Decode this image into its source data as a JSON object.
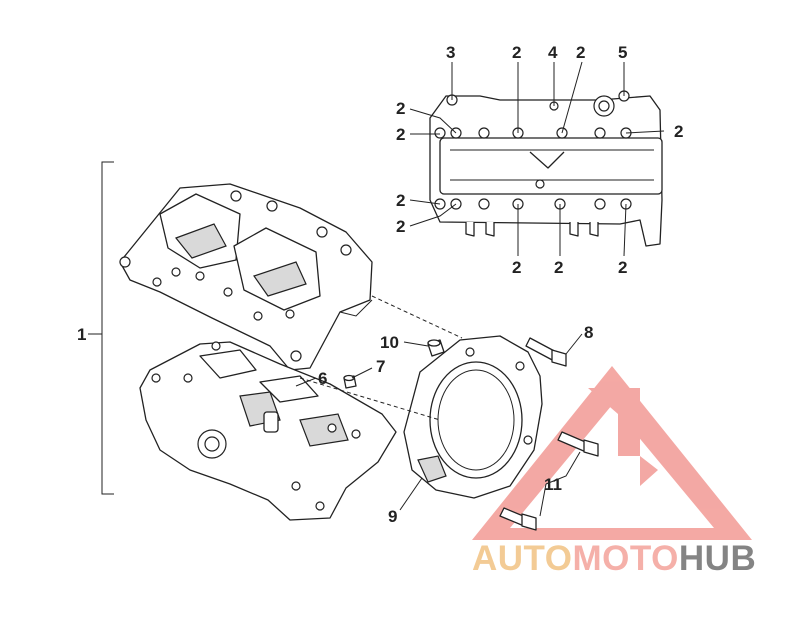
{
  "diagram": {
    "callouts": {
      "c1": "1",
      "c2": "2",
      "c3": "3",
      "c4": "4",
      "c5": "5",
      "c6": "6",
      "c7": "7",
      "c8": "8",
      "c9": "9",
      "c10": "10",
      "c11": "11"
    }
  },
  "watermark": {
    "word_part1": "AUTO",
    "word_part2": "MOTO",
    "word_part3": "HUB",
    "color_part1": "#f2c68a",
    "color_part2": "#f4a8a0",
    "color_part3": "#777777",
    "triangle_color": "#f08c86"
  }
}
